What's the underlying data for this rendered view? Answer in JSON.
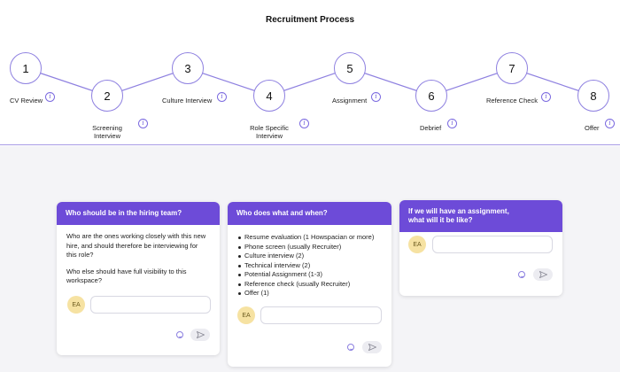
{
  "title": "Recruitment Process",
  "steps": [
    {
      "number": "1",
      "label": "CV Review"
    },
    {
      "number": "2",
      "label_line1": "Screening",
      "label_line2": "Interview"
    },
    {
      "number": "3",
      "label": "Culture Interview"
    },
    {
      "number": "4",
      "label_line1": "Role Specific",
      "label_line2": "Interview"
    },
    {
      "number": "5",
      "label": "Assignment"
    },
    {
      "number": "6",
      "label": "Debrief"
    },
    {
      "number": "7",
      "label": "Reference Check"
    },
    {
      "number": "8",
      "label": "Offer"
    }
  ],
  "info_glyph": "i",
  "colors": {
    "accent": "#6d4bd8",
    "line": "#8e80e0",
    "avatar": "#f6e2a2"
  },
  "cards": [
    {
      "title": "Who should be in the hiring team?",
      "paragraphs": [
        "Who are the ones working closely with this new hire, and should therefore be interviewing for this role?",
        "Who else should have full visibility to this workspace?"
      ],
      "avatar": "EA",
      "input_value": ""
    },
    {
      "title": "Who does what and when?",
      "items": [
        "Resume evaluation (1 Howspacian or more)",
        "Phone screen (usually Recruiter)",
        "Culture interview (2)",
        "Technical interview (2)",
        "Potential Assignment (1-3)",
        "Reference check (usually Recruiter)",
        "Offer (1)"
      ],
      "avatar": "EA",
      "input_value": ""
    },
    {
      "title_line1": "If we will have an assignment,",
      "title_line2": "what will it be like?",
      "avatar": "EA",
      "input_value": ""
    }
  ]
}
